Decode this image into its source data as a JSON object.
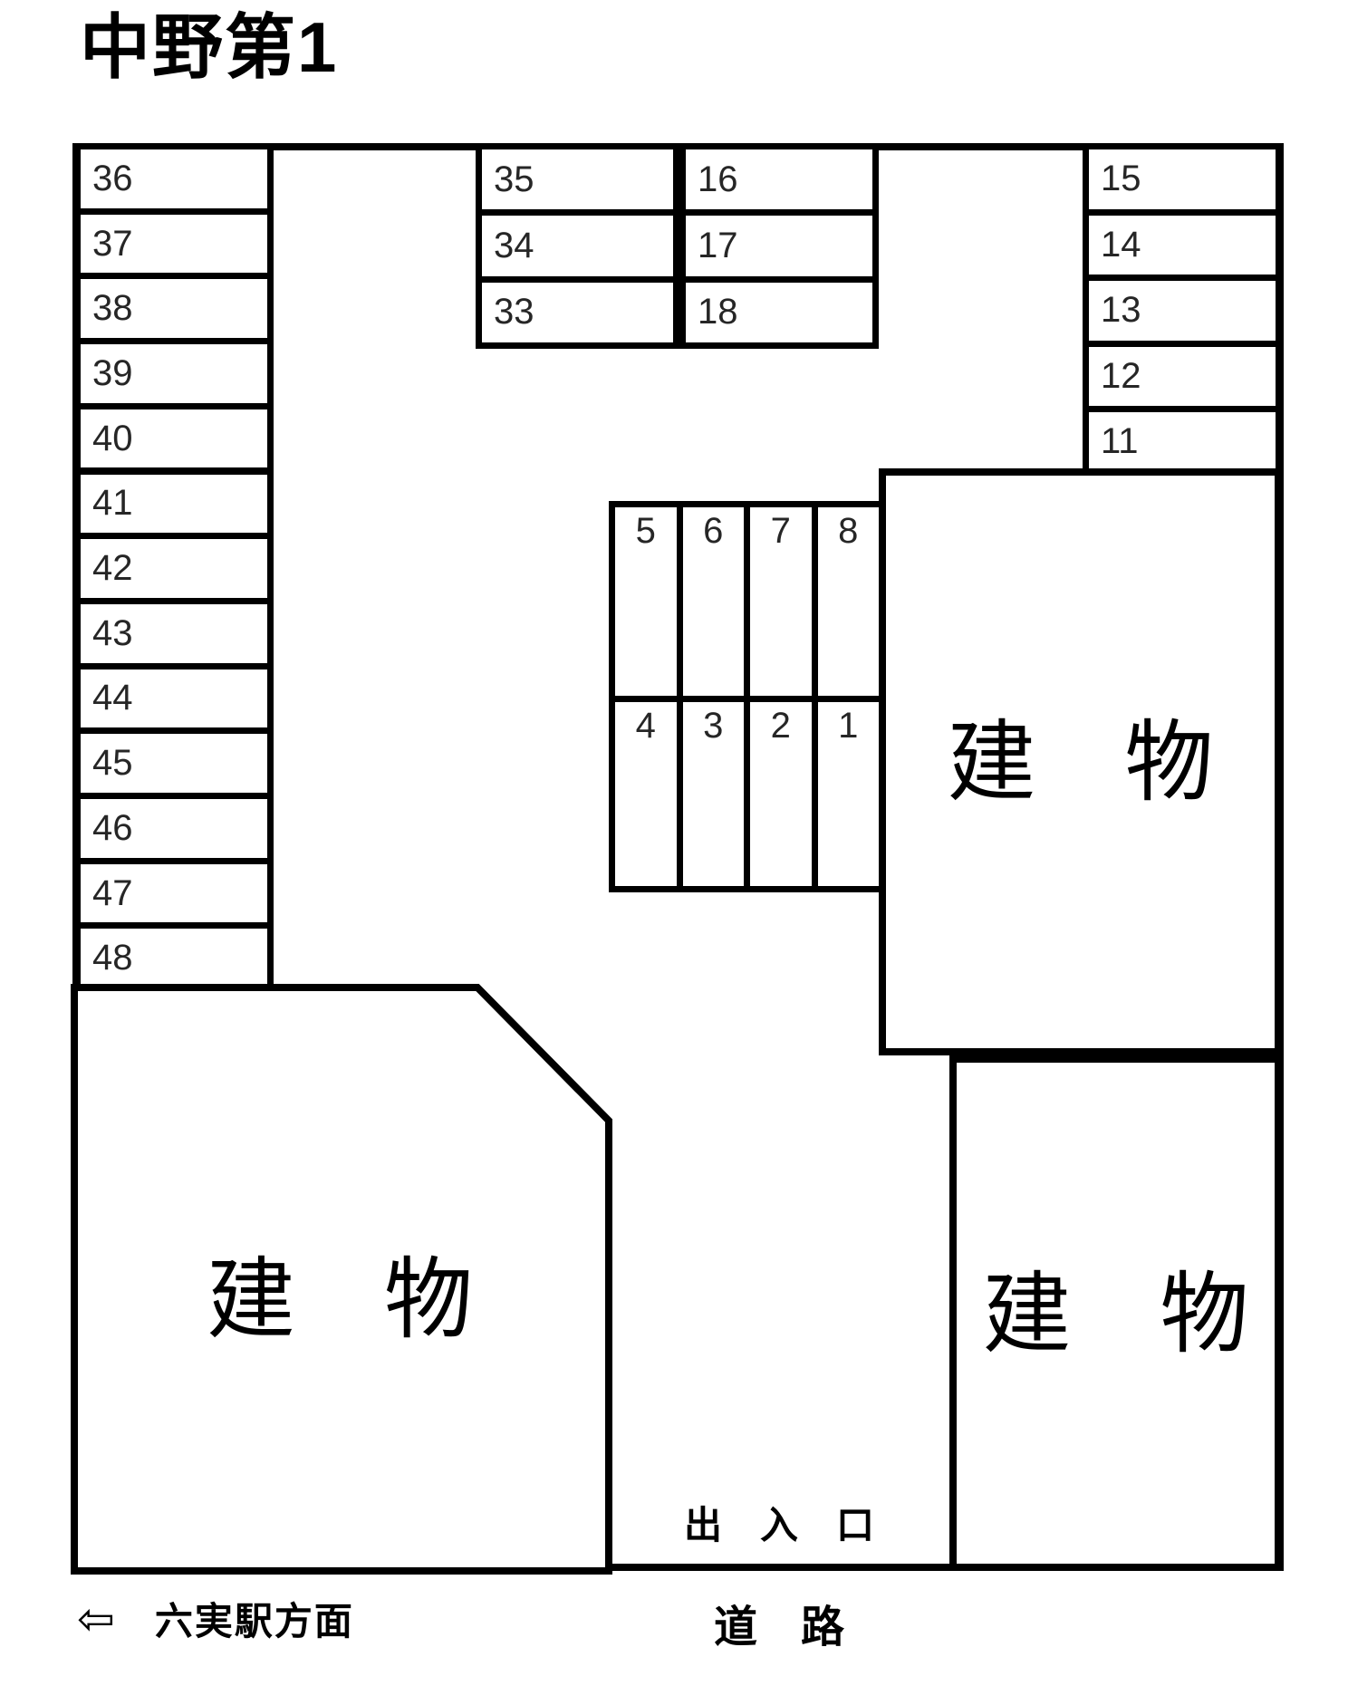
{
  "title": "中野第1",
  "parking_rows": {
    "left_column": [
      "36",
      "37",
      "38",
      "39",
      "40",
      "41",
      "42",
      "43",
      "44",
      "45",
      "46",
      "47",
      "48"
    ],
    "upper_middle_left": [
      "35",
      "34",
      "33"
    ],
    "upper_middle_right": [
      "16",
      "17",
      "18"
    ],
    "right_column": [
      "15",
      "14",
      "13",
      "12",
      "11"
    ],
    "center_upper_row": [
      "5",
      "6",
      "7",
      "8"
    ],
    "center_lower_row": [
      "4",
      "3",
      "2",
      "1"
    ]
  },
  "buildings": {
    "right_building": "建　物",
    "bottom_left_building": "建　物",
    "bottom_right_building": "建　物"
  },
  "labels": {
    "entrance": "出　入　口",
    "road": "道　路",
    "direction_arrow": "⇦",
    "direction": "六実駅方面"
  },
  "colors": {
    "line": "#000000",
    "text": "#262626",
    "background": "#ffffff"
  }
}
